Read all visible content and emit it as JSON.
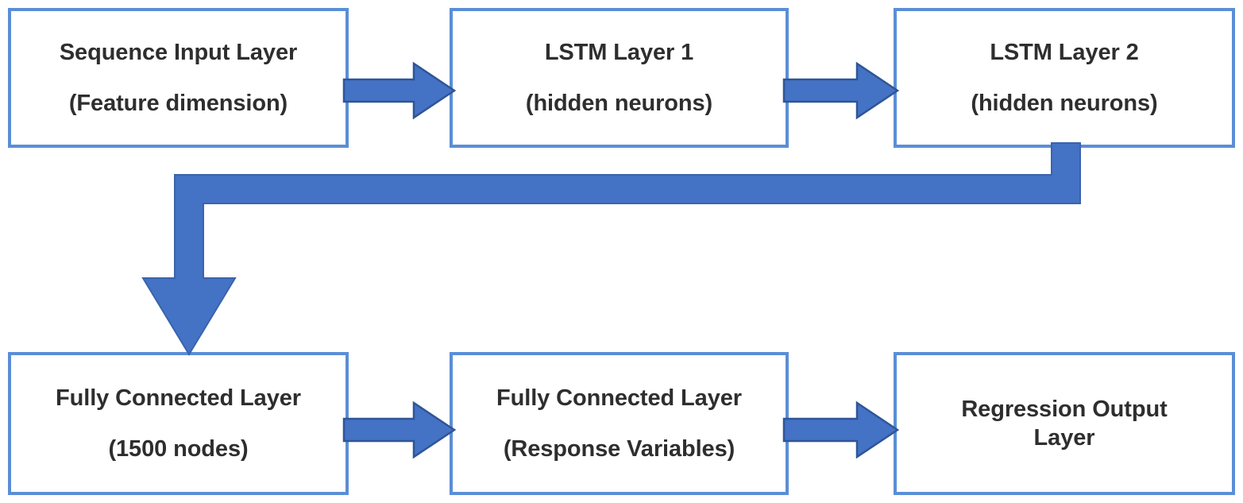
{
  "diagram": {
    "title": "LSTM Network Architecture Flow Diagram",
    "type": "flowchart",
    "colors": {
      "box_border": "#5b8ed6",
      "box_fill": "#ffffff",
      "arrow_fill": "#4472c4",
      "arrow_outline": "#2f5597",
      "text": "#2e2e2e",
      "background": "#ffffff"
    },
    "nodes": [
      {
        "id": "sequence-input-layer",
        "title": "Sequence Input Layer",
        "subtitle": "(Feature dimension)",
        "row": "top",
        "column": 1
      },
      {
        "id": "lstm-layer-1",
        "title": "LSTM Layer 1",
        "subtitle": "(hidden neurons)",
        "row": "top",
        "column": 2
      },
      {
        "id": "lstm-layer-2",
        "title": "LSTM Layer 2",
        "subtitle": "(hidden neurons)",
        "row": "top",
        "column": 3
      },
      {
        "id": "fully-connected-layer-1500",
        "title": "Fully Connected Layer",
        "subtitle": "(1500 nodes)",
        "row": "bottom",
        "column": 1
      },
      {
        "id": "fully-connected-layer-response",
        "title": "Fully Connected Layer",
        "subtitle": "(Response Variables)",
        "row": "bottom",
        "column": 2
      },
      {
        "id": "regression-output-layer",
        "title": "Regression Output",
        "subtitle": "Layer",
        "row": "bottom",
        "column": 3
      }
    ],
    "connectors": [
      {
        "id": "arrow-1",
        "icon": "right-block-arrow-icon",
        "from": "sequence-input-layer",
        "to": "lstm-layer-1",
        "direction": "right"
      },
      {
        "id": "arrow-2",
        "icon": "right-block-arrow-icon",
        "from": "lstm-layer-1",
        "to": "lstm-layer-2",
        "direction": "right"
      },
      {
        "id": "elbow-1",
        "icon": "elbow-down-left-arrow-icon",
        "from": "lstm-layer-2",
        "to": "fully-connected-layer-1500",
        "direction": "down-left"
      },
      {
        "id": "arrow-3",
        "icon": "right-block-arrow-icon",
        "from": "fully-connected-layer-1500",
        "to": "fully-connected-layer-response",
        "direction": "right"
      },
      {
        "id": "arrow-4",
        "icon": "right-block-arrow-icon",
        "from": "fully-connected-layer-response",
        "to": "regression-output-layer",
        "direction": "right"
      }
    ]
  }
}
